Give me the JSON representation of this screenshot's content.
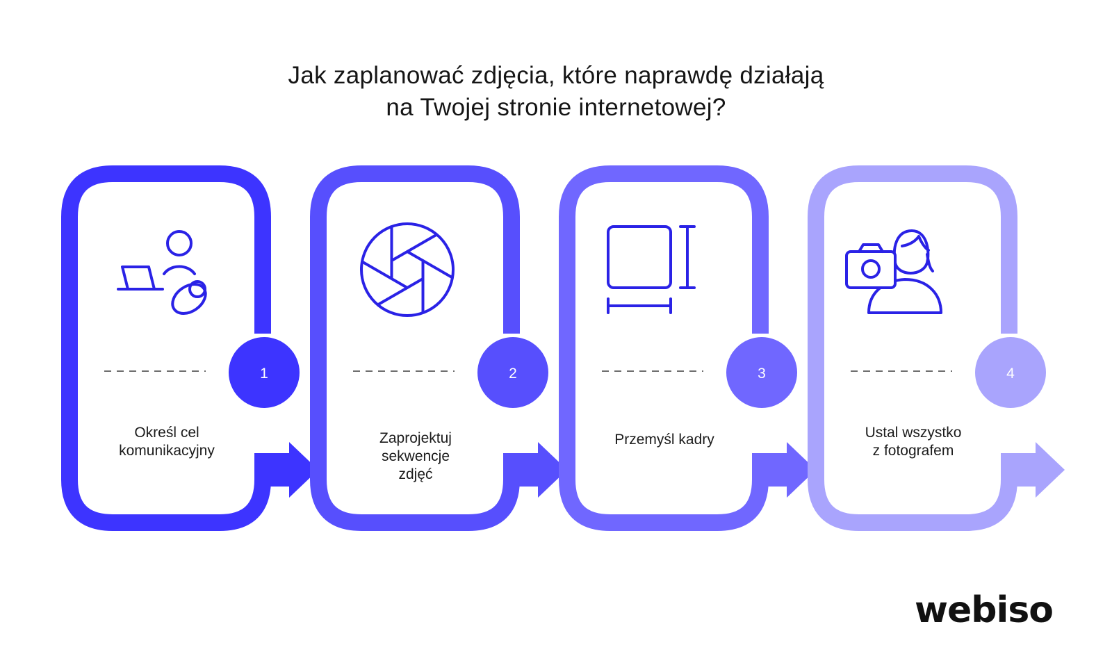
{
  "title": {
    "line1": "Jak zaplanować zdjęcia, które naprawdę działają",
    "line2": "na Twojej stronie internetowej?"
  },
  "colors": {
    "step1": "#3d34ff",
    "step2": "#574ffd",
    "step3": "#7067ff",
    "step4": "#a9a4fd",
    "icon": "#2a22e6",
    "dash": "#6e6e6e"
  },
  "steps": [
    {
      "number": "1",
      "label": [
        "Określ cel",
        "komunikacyjny"
      ],
      "icon": "person-laptop-baby-icon"
    },
    {
      "number": "2",
      "label": [
        "Zaprojektuj",
        "sekwencje",
        "zdjęć"
      ],
      "icon": "camera-aperture-icon"
    },
    {
      "number": "3",
      "label": [
        "Przemyśl kadry"
      ],
      "icon": "frame-dimensions-icon"
    },
    {
      "number": "4",
      "label": [
        "Ustal wszystko",
        "z fotografem"
      ],
      "icon": "camera-photographer-icon"
    }
  ],
  "logo": {
    "text": "webiso"
  }
}
